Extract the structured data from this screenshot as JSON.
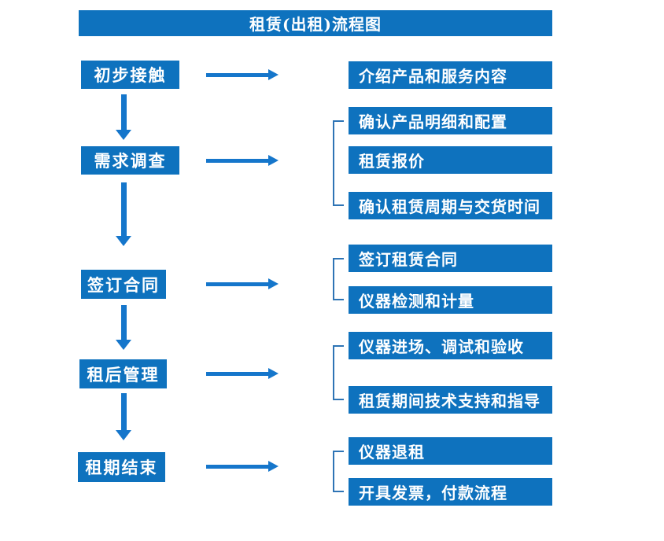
{
  "title": "租赁(出租)流程图",
  "colors": {
    "box_blue": "#0E72BE",
    "arrow_blue": "#1576CB",
    "bracket_blue": "#2E74B5",
    "text_white": "#FFFFFF",
    "background": "#FFFFFF"
  },
  "steps": [
    {
      "label": "初步接触",
      "outputs": [
        "介绍产品和服务内容"
      ]
    },
    {
      "label": "需求调查",
      "outputs": [
        "确认产品明细和配置",
        "租赁报价",
        "确认租赁周期与交货时间"
      ]
    },
    {
      "label": "签订合同",
      "outputs": [
        "签订租赁合同",
        "仪器检测和计量"
      ]
    },
    {
      "label": "租后管理",
      "outputs": [
        "仪器进场、调试和验收",
        "租赁期间技术支持和指导"
      ]
    },
    {
      "label": "租期结束",
      "outputs": [
        "仪器退租",
        "开具发票，付款流程"
      ]
    }
  ]
}
